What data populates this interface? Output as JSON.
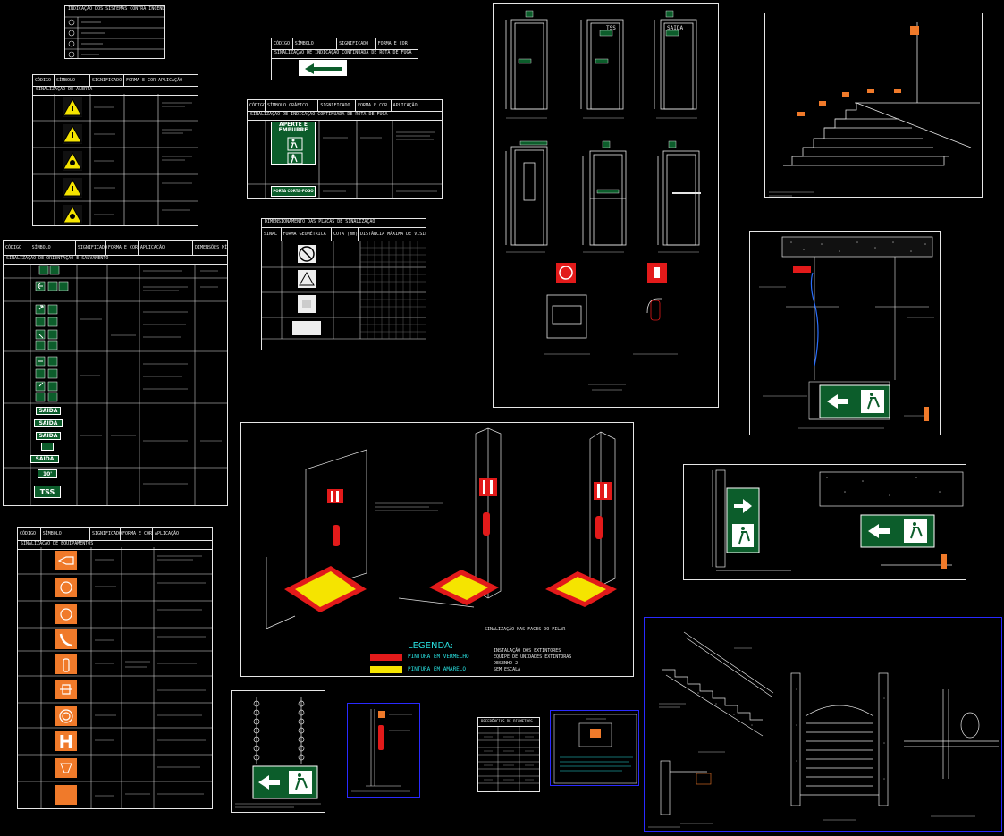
{
  "colors": {
    "line": "#e6e6e6",
    "green": "#0c5d2b",
    "red": "#e21a1a",
    "yellow": "#f5e400",
    "orange": "#f07a2a",
    "cyan": "#29e0e0",
    "blue": "#2a2aff"
  },
  "table_alert": {
    "headers": [
      "CÓDIGO",
      "SÍMBOLO",
      "SIGNIFICADO",
      "FORMA E COR",
      "APLICAÇÃO"
    ],
    "section": "SINALIZAÇÃO DE ALERTA"
  },
  "table_fuga1": {
    "headers": [
      "CÓDIGO",
      "SÍMBOLO",
      "SIGNIFICADO",
      "FORMA E COR"
    ],
    "section": "SINALIZAÇÃO DE INDICAÇÃO CONTINUADA DE ROTA DE FUGA"
  },
  "table_fuga2": {
    "headers": [
      "CÓDIGO",
      "SÍMBOLO GRÁFICO",
      "SIGNIFICADO",
      "FORMA E COR",
      "APLICAÇÃO"
    ],
    "section": "SINALIZAÇÃO DE INDICAÇÃO CONTINUADA DE ROTA DE FUGA",
    "sign_text": "APERTE E EMPURRE",
    "sign_bottom": "PORTA CORTA-FOGO"
  },
  "table_orient": {
    "headers": [
      "CÓDIGO",
      "SÍMBOLO",
      "SIGNIFICADO",
      "FORMA E COR",
      "APLICAÇÃO",
      "DIMENSÕES MÍNIMAS"
    ],
    "section": "SINALIZAÇÃO DE ORIENTAÇÃO E SALVAMENTO",
    "saida": "SAIDA",
    "tss": "TSS",
    "ten": "10'"
  },
  "table_dim": {
    "title": "DIMENSIONAMENTO DAS PLACAS DE SINALIZAÇÃO",
    "headers": [
      "SINAL",
      "FORMA GEOMÉTRICA",
      "COTA (mm)",
      "DISTÂNCIA MÁXIMA DE VISIBILIDADE (m)"
    ]
  },
  "table_equip": {
    "headers": [
      "CÓDIGO",
      "SÍMBOLO",
      "SIGNIFICADO",
      "FORMA E COR",
      "APLICAÇÃO"
    ],
    "section": "SINALIZAÇÃO DE EQUIPAMENTOS",
    "hydrant": "H"
  },
  "table_top": {
    "title": "INDICAÇÃO DOS SISTEMAS CONTRA INCÊNDIO"
  },
  "doors": {
    "sign_tss": "TSS",
    "sign_saida": "SAIDA"
  },
  "pillar": {
    "legend_title": "LEGENDA:",
    "legend_red": "PINTURA EM VERMELHO",
    "legend_yellow": "PINTURA EM AMARELO",
    "caption": "SINALIZAÇÃO NAS FACES DO PILAR",
    "note1": "INSTALAÇÃO DOS EXTINTORES",
    "note2": "EQUIPE DE UNIDADES EXTINTORAS",
    "note3": "DESENHO 2",
    "note4": "SEM ESCALA"
  },
  "table_diam": {
    "title": "REFERÊNCIAS DE DIÂMETROS"
  }
}
